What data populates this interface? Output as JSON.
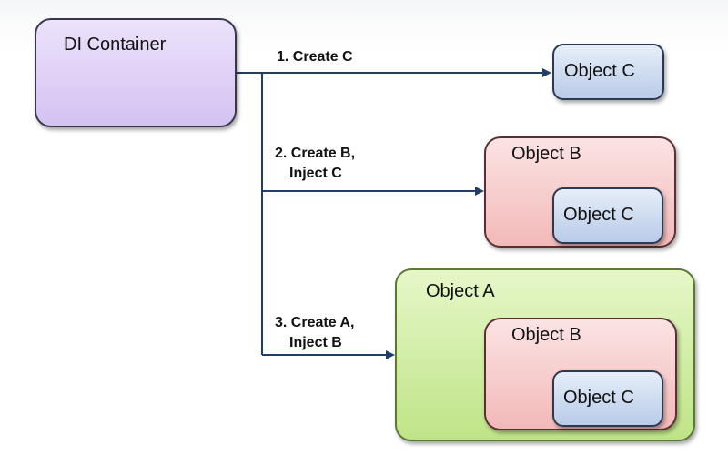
{
  "container": {
    "label": "DI Container"
  },
  "steps": [
    {
      "line1": "1. Create C",
      "line2": ""
    },
    {
      "line1": "2. Create B,",
      "line2": "Inject C"
    },
    {
      "line1": "3. Create A,",
      "line2": "Inject B"
    }
  ],
  "objects": {
    "c_top": "Object C",
    "b_mid": "Object B",
    "c_mid": "Object C",
    "a_bottom": "Object A",
    "b_bottom": "Object B",
    "c_bottom": "Object C"
  },
  "colors": {
    "container": "#d9c8f4",
    "object_c": "#c9d8ee",
    "object_b": "#f5c5c5",
    "object_a": "#cbeaa0",
    "connector": "#1f3f66"
  }
}
